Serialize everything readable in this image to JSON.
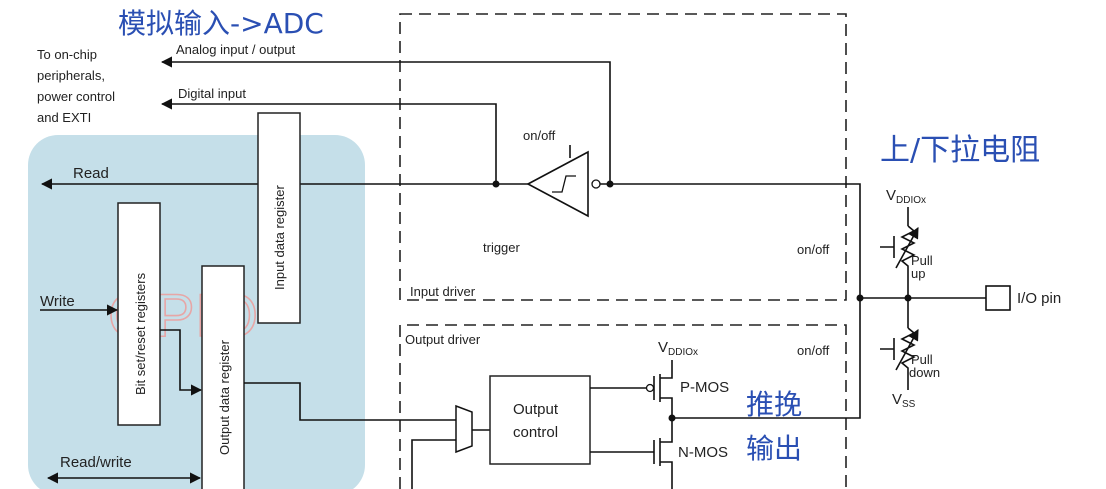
{
  "annotations": {
    "analog_adc": "模拟输入->ADC",
    "pull_resistor": "上/下拉电阻",
    "push_pull_line1": "推挽",
    "push_pull_line2": "输出",
    "gpio": "GPIO"
  },
  "signals": {
    "to_onchip_line1": "To on-chip",
    "to_onchip_line2": "peripherals,",
    "to_onchip_line3": "power control",
    "to_onchip_line4": "and EXTI",
    "analog_io": "Analog input / output",
    "digital_input": "Digital input",
    "read": "Read",
    "write": "Write",
    "read_write": "Read/write"
  },
  "registers": {
    "input_data": "Input data register",
    "bit_set_reset": "Bit set/reset registers",
    "output_data": "Output data register"
  },
  "input_driver": {
    "label": "Input driver",
    "on_off": "on/off",
    "trigger": "trigger"
  },
  "output_driver": {
    "label": "Output driver",
    "output_control_line1": "Output",
    "output_control_line2": "control",
    "pmos": "P-MOS",
    "nmos": "N-MOS",
    "vdd_main": "V",
    "vdd_sub": "DDIOx"
  },
  "pull": {
    "vdd_main": "V",
    "vdd_sub": "DDIOx",
    "vss_main": "V",
    "vss_sub": "SS",
    "on_off_up": "on/off",
    "on_off_down": "on/off",
    "pull_up_line1": "Pull",
    "pull_up_line2": "up",
    "pull_down_line1": "Pull",
    "pull_down_line2": "down"
  },
  "io_pin": "I/O pin",
  "colors": {
    "annotation": "#2a4fb3",
    "gpio_region": "#c5dfe9",
    "gpio_text": "#e7a6a6"
  }
}
